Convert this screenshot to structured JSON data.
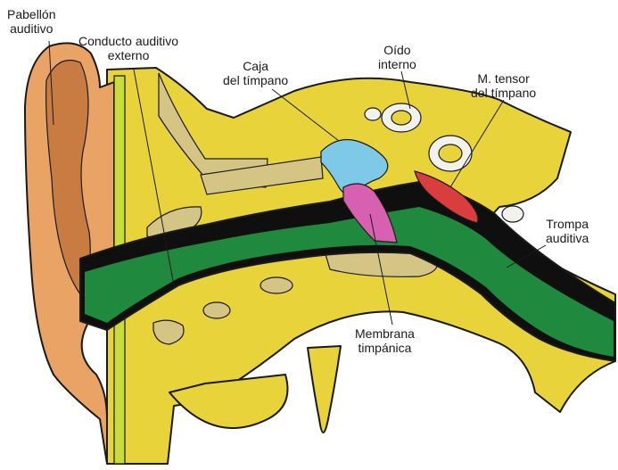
{
  "colors": {
    "bone": "#e8d43a",
    "bone_light": "#efe06a",
    "cartilage": "#d4c585",
    "canal": "#1f8a3d",
    "canal_dark": "#0f0f0f",
    "pinna": "#e9a365",
    "pinna_shadow": "#c97c42",
    "ossicle": "#7ec8e8",
    "eardrum": "#d760b0",
    "muscle": "#d93d3d",
    "inner_ear": "#f2f2ec",
    "stripe": "#c6dd3a"
  },
  "labels": {
    "pinna": [
      "Pabellón",
      "auditivo"
    ],
    "canal": [
      "Conducto auditivo",
      "externo"
    ],
    "cavity": [
      "Caja",
      "del tímpano"
    ],
    "inner": [
      "Oído",
      "interno"
    ],
    "tensor": [
      "M. tensor",
      "del tímpano"
    ],
    "tube": [
      "Trompa",
      "auditiva"
    ],
    "membrane": [
      "Membrana",
      "timpánica"
    ]
  }
}
